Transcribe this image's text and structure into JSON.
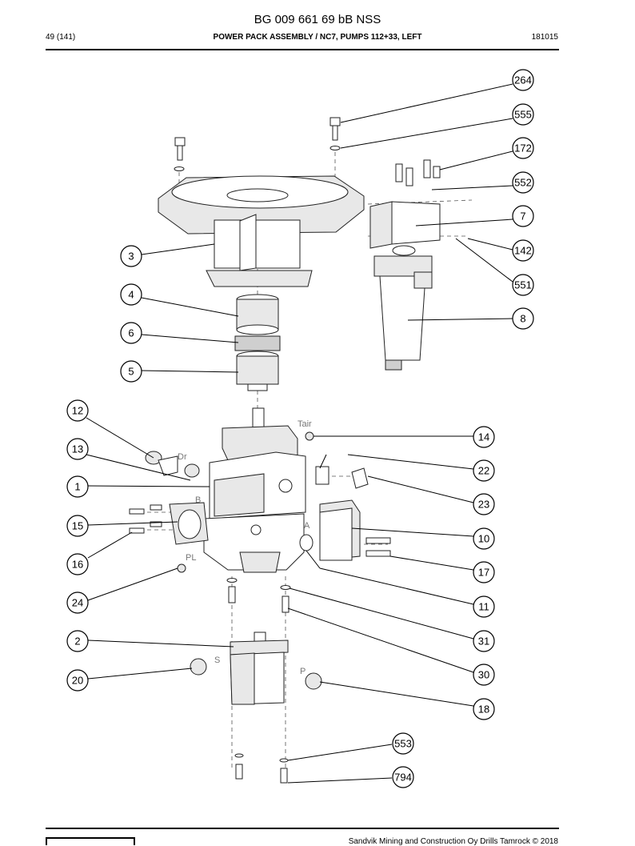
{
  "header": {
    "doc_number": "BG 009 661 69 bB NSS",
    "page": "49 (141)",
    "title": "POWER PACK ASSEMBLY / NC7, PUMPS 112+33, LEFT",
    "date": "181015"
  },
  "footer": {
    "copyright": "Sandvik Mining and Construction Oy Drills Tamrock © 2018"
  },
  "port_labels": {
    "tair": "Tair",
    "dr": "Dr",
    "b": "B",
    "a": "A",
    "pl": "PL",
    "s": "S",
    "p": "P"
  },
  "callouts": [
    {
      "label": "264",
      "name": "callout-264"
    },
    {
      "label": "555",
      "name": "callout-555"
    },
    {
      "label": "172",
      "name": "callout-172"
    },
    {
      "label": "552",
      "name": "callout-552"
    },
    {
      "label": "7",
      "name": "callout-7"
    },
    {
      "label": "142",
      "name": "callout-142"
    },
    {
      "label": "551",
      "name": "callout-551"
    },
    {
      "label": "8",
      "name": "callout-8"
    },
    {
      "label": "3",
      "name": "callout-3"
    },
    {
      "label": "4",
      "name": "callout-4"
    },
    {
      "label": "6",
      "name": "callout-6"
    },
    {
      "label": "5",
      "name": "callout-5"
    },
    {
      "label": "12",
      "name": "callout-12"
    },
    {
      "label": "13",
      "name": "callout-13"
    },
    {
      "label": "1",
      "name": "callout-1"
    },
    {
      "label": "15",
      "name": "callout-15"
    },
    {
      "label": "16",
      "name": "callout-16"
    },
    {
      "label": "24",
      "name": "callout-24"
    },
    {
      "label": "2",
      "name": "callout-2"
    },
    {
      "label": "20",
      "name": "callout-20"
    },
    {
      "label": "14",
      "name": "callout-14"
    },
    {
      "label": "22",
      "name": "callout-22"
    },
    {
      "label": "23",
      "name": "callout-23"
    },
    {
      "label": "10",
      "name": "callout-10"
    },
    {
      "label": "17",
      "name": "callout-17"
    },
    {
      "label": "11",
      "name": "callout-11"
    },
    {
      "label": "31",
      "name": "callout-31"
    },
    {
      "label": "30",
      "name": "callout-30"
    },
    {
      "label": "18",
      "name": "callout-18"
    },
    {
      "label": "553",
      "name": "callout-553"
    },
    {
      "label": "794",
      "name": "callout-794"
    }
  ]
}
